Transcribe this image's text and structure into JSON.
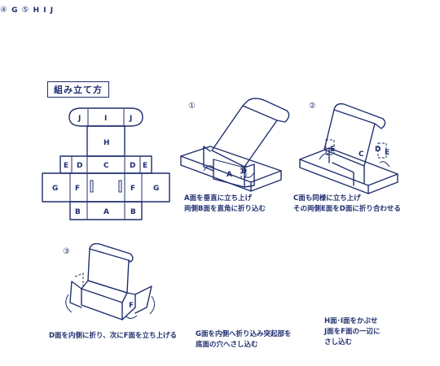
{
  "title": "組み立て方",
  "net": {
    "labels": {
      "J1": "J",
      "I": "I",
      "J2": "J",
      "H": "H",
      "E1": "E",
      "D1": "D",
      "C": "C",
      "D2": "D",
      "E2": "E",
      "G1": "G",
      "F1": "F",
      "F2": "F",
      "G2": "G",
      "B1": "B",
      "A": "A",
      "B2": "B"
    }
  },
  "steps": [
    {
      "number": "①",
      "labels": [
        "A",
        "B"
      ],
      "caption_lines": [
        "A面を垂直に立ち上げ",
        "両側B面を直角に折り込む"
      ]
    },
    {
      "number": "②",
      "labels": [
        "C",
        "D",
        "E"
      ],
      "caption_lines": [
        "C面も同様に立ち上げ",
        "その両側E面をD面に折り合わせる"
      ]
    },
    {
      "number": "③",
      "labels": [
        "F"
      ],
      "caption_lines": [
        "D面を内側に折り、次にF面を立ち上げる"
      ]
    },
    {
      "number": "④",
      "labels": [
        "G"
      ],
      "caption_lines": [
        "G面を内側へ折り込み突起部を",
        "底面の穴へさし込む"
      ]
    },
    {
      "number": "⑤",
      "labels": [
        "H",
        "I",
        "J"
      ],
      "caption_lines": [
        "H面･I面をかぶせ",
        "J面をF面の一辺に",
        "さし込む"
      ]
    }
  ]
}
